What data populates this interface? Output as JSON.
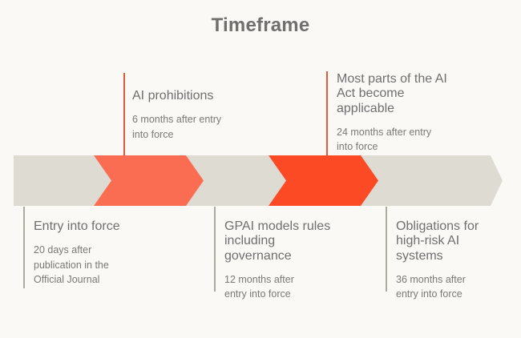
{
  "title": "Timeframe",
  "colors": {
    "background": "#FAF9F6",
    "band": "#DEDBD2",
    "chevron_1": "#FA6D53",
    "chevron_2": "#FB4A24",
    "connector_top": "#E2593C",
    "connector_bottom": "#ACA9A0",
    "heading_text": "#6F6F6F",
    "body_text": "#7C7975",
    "title_text": "#716E6E"
  },
  "milestones_above": [
    {
      "title": "AI prohibitions",
      "detail": "6 months after entry\ninto force"
    },
    {
      "title": "Most parts of the AI\nAct become\napplicable",
      "detail": "24 months after entry\ninto force"
    }
  ],
  "milestones_below": [
    {
      "title": "Entry into force",
      "detail": "20 days after\npublication in the\nOfficial Journal"
    },
    {
      "title": "GPAI models rules\nincluding\ngovernance",
      "detail": "12 months after\nentry into force"
    },
    {
      "title": "Obligations for\nhigh-risk AI\nsystems",
      "detail": "36 months after\nentry into force"
    }
  ]
}
